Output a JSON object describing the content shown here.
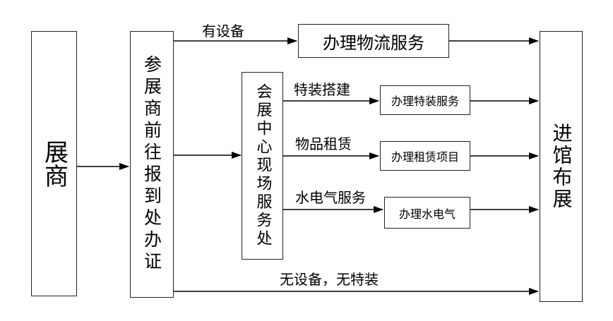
{
  "nodes": {
    "exhibitor": "展商",
    "registration": "参展商前往报到处办证",
    "service_center": "会展中心现场服务处",
    "logistics": "办理物流服务",
    "special_build": "办理特装服务",
    "rental": "办理租赁项目",
    "utilities": "办理水电气",
    "move_in": "进馆布展"
  },
  "edges": {
    "has_equipment": "有设备",
    "special_construction": "特装搭建",
    "item_rental": "物品租赁",
    "utility_service": "水电气服务",
    "no_equipment": "无设备，无特装"
  }
}
